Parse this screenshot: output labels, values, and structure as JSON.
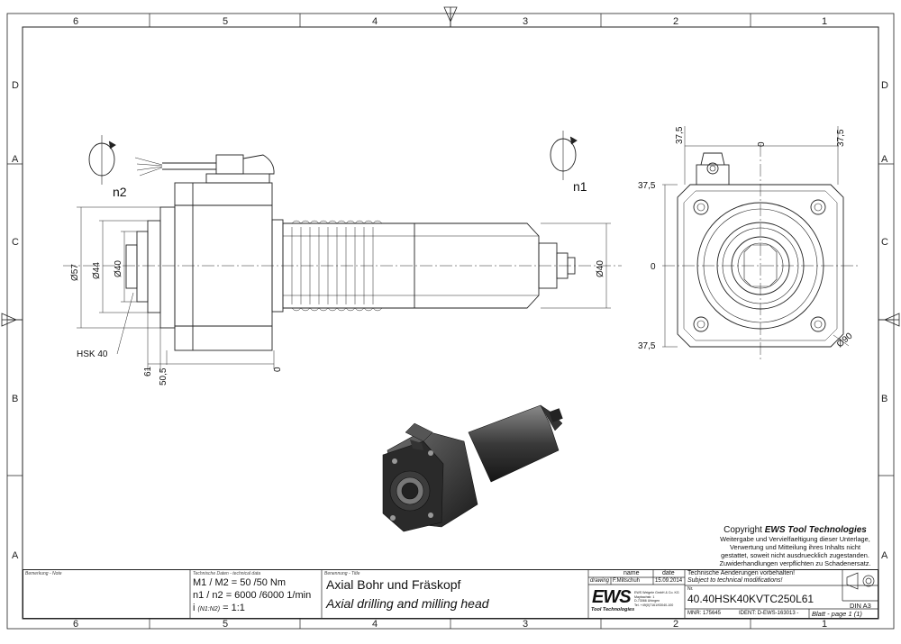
{
  "grid": {
    "cols": [
      "6",
      "5",
      "4",
      "3",
      "2",
      "1"
    ],
    "rows": [
      "D",
      "C",
      "B",
      "A"
    ]
  },
  "views": {
    "side": {
      "n2": "n2",
      "n1": "n1",
      "dims_left": [
        "Ø57",
        "Ø44",
        "Ø40"
      ],
      "dim_right": "Ø40",
      "hsk": "HSK 40",
      "dims_bottom": [
        "61",
        "50,5",
        "0"
      ]
    },
    "front": {
      "top_left": "37,5",
      "top_center": "0",
      "top_right": "37,5",
      "left_top": "37,5",
      "left_center": "0",
      "left_bottom": "37,5",
      "diameter": "Ø90"
    }
  },
  "copyright": {
    "prefix": "Copyright",
    "brand": "EWS Tool Technologies",
    "lines": [
      "Weitergabe und Vervielfaeltigung dieser Unterlage,",
      "Verwertung und Mitteilung ihres Inhalts nicht",
      "gestattet, soweit nicht ausdruecklich zugestanden.",
      "Zuwiderhandlungen verpflichten zu Schadenersatz."
    ]
  },
  "titleblock": {
    "remark_label": "Bemerkung - Note",
    "techdata_label": "Technische Daten - technical data",
    "tech_line1": "M1 / M2 = 50  /50  Nm",
    "tech_line2": "n1 / n2 = 6000 /6000  1/min",
    "tech_line3_a": "i",
    "tech_line3_b": "(N1:N2)",
    "tech_line3_c": "= 1:1",
    "title_label": "Benennung - Title",
    "title_de": "Axial Bohr und Fräskopf",
    "title_en": "Axial drilling and milling head",
    "col_name": "name",
    "col_date": "date",
    "row_drawing": "drawing",
    "drawing_name": "F.Miltschuh",
    "drawing_date": "15.09.2014",
    "logo": "EWS",
    "logo_sub": "Tool Technologies",
    "company_lines": [
      "EWS Weigele GmbH & Co. KG",
      "Maybachstr. 1",
      "D-73066 Uhingen",
      "Tel. +49(0)7161/93040-100"
    ],
    "change_de": "Technische Aenderungen vorbehalten!",
    "change_en": "Subject to technical modifications!",
    "nr_label": "Nr.",
    "part_no": "40.40HSK40KVTC250L61",
    "mnr": "MNR: 175645",
    "ident": "IDENT: D-EWS-163013 -",
    "sheet": "Blatt - page  1 (1)",
    "format": "DIN A3"
  }
}
